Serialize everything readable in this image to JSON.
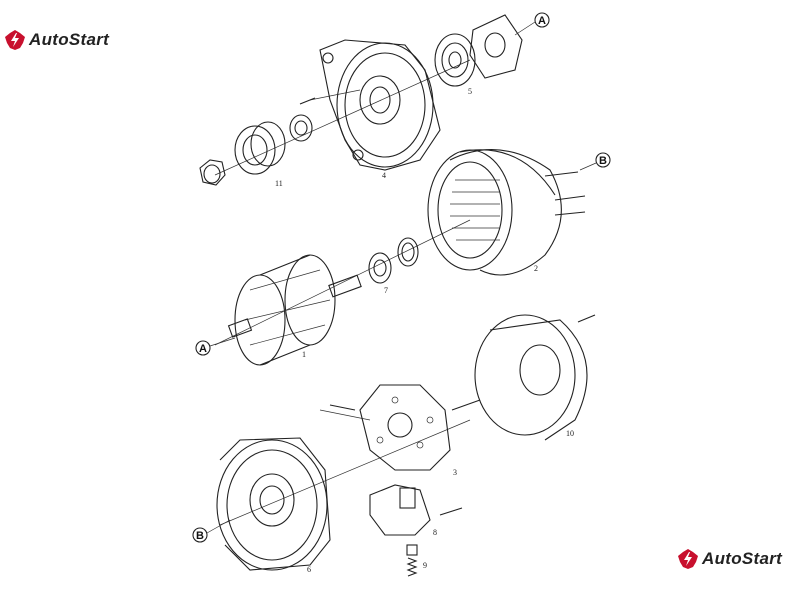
{
  "brand": {
    "name": "AutoStart",
    "color": "#c8102e"
  },
  "diagram": {
    "callouts": [
      "A",
      "B"
    ],
    "parts": {
      "p1": "1",
      "p2": "2",
      "p3": "3",
      "p4": "4",
      "p5": "5",
      "p6": "6",
      "p7": "7",
      "p8": "8",
      "p9": "9",
      "p10": "10",
      "p11": "11"
    }
  }
}
